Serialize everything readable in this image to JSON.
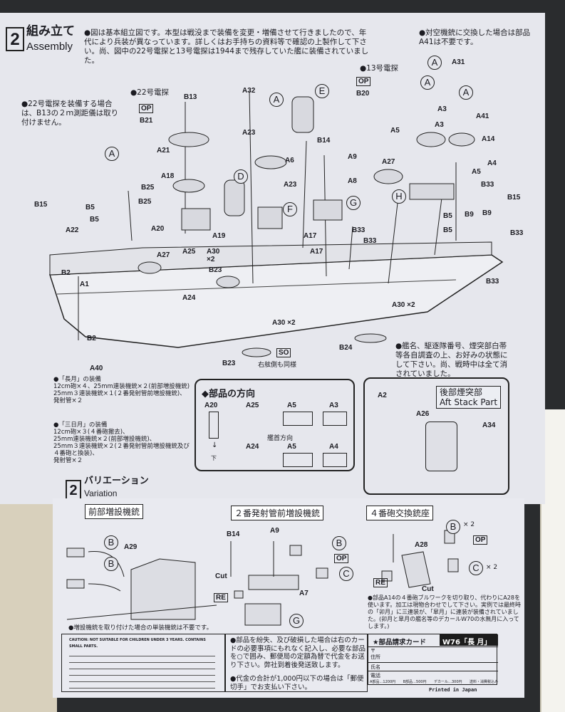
{
  "section": {
    "number": "2",
    "title_ja": "組み立て",
    "title_en": "Assembly"
  },
  "notes": {
    "main": "●図は基本組立図です。本型は戦没まで装備を変更・増備させて行きましたので、年代により兵装が異なっています。詳しくはお手持ちの資料等で確認の上製作して下さい。尚、図中の22号電探と13号電探は1944まで残存していた艦に装備されていました。",
    "aa": "●対空機銃に交換した場合は部品A41は不要です。",
    "radar22_head": "●22号電探",
    "radar22": "●22号電探を装備する場合は、B13の２ｍ測距儀は取り付けません。",
    "radar13_head": "●13号電探",
    "name": "●艦名、駆逐隊番号、煙突部白帯等各自調査の上、お好みの状態にして下さい。尚、戦時中は全て消されていました。",
    "starboard": "右舷側も同様",
    "nagatsuki": "●「長月」の装備\n12cm砲×４、25mm連装機銃×２(前部増設機銃)\n25mm３連装機銃×１(２番発射管前増設機銃)、\n発射管×２",
    "mikazuki": "●「三日月」の装備\n12cm砲×３(４番砲撤去)、\n25mm連装機銃×２(前部増設機銃)、\n25mm３連装機銃×２(２番発射管前増設機銃及び４番砲と換装)、\n発射管×２"
  },
  "diagram": {
    "labels": [
      "B13",
      "A32",
      "A21",
      "A23",
      "A6",
      "B14",
      "A9",
      "A8",
      "A18",
      "B25",
      "B25",
      "A23",
      "A27",
      "A20",
      "A19",
      "B15",
      "B5",
      "B5",
      "A22",
      "A27",
      "A25",
      "A30 ×2",
      "B23",
      "A17",
      "A17",
      "B33",
      "B33",
      "B33",
      "B33",
      "B33",
      "B15",
      "B5",
      "B9",
      "B9",
      "B5",
      "A5",
      "A3",
      "A14",
      "A4",
      "A5",
      "A41",
      "A31",
      "B20",
      "B21",
      "A1",
      "B2",
      "B2",
      "A24",
      "A30 ×2",
      "A30 ×2",
      "B23",
      "B24",
      "A40",
      "A3"
    ],
    "circles": [
      "A",
      "E",
      "D",
      "F",
      "G",
      "H",
      "A",
      "A",
      "A",
      "A"
    ],
    "op": "OP",
    "so": "SO"
  },
  "orientation": {
    "title": "◆部品の方向",
    "parts": [
      "A20",
      "A25",
      "A5",
      "A3",
      "A24",
      "A5",
      "A4"
    ],
    "bow": "艦首方向",
    "down": "下"
  },
  "aft_stack": {
    "ja": "後部煙突部",
    "en": "Aft Stack Part",
    "labels": [
      "A2",
      "A26",
      "A34"
    ]
  },
  "variation": {
    "number": "2",
    "title_ja": "バリエーション",
    "title_en": "Variation",
    "panels": [
      {
        "title": "前部増設機銃",
        "labels": [
          "A29"
        ],
        "circles": [
          "B",
          "B"
        ]
      },
      {
        "title": "２番発射管前増設機銃",
        "labels": [
          "B14",
          "A9",
          "A7",
          "Cut"
        ],
        "circles": [
          "B",
          "C",
          "G"
        ],
        "op": "OP",
        "re": "RE"
      },
      {
        "title": "４番砲交換銃座",
        "labels": [
          "A28",
          "Cut",
          "× 2",
          "× 2"
        ],
        "circles": [
          "B",
          "C"
        ],
        "op": "OP",
        "re": "RE"
      }
    ],
    "note_a14": "●部品A14の４番砲ブルワークを切り取り、代わりにA28を使います。加工は現物合わせでして下さい。実例では最終時の「卯月」に三連装が、「皐月」に連装が装備されていました。(卯月と皐月の艦名等のデカールW70の水無月に入ってします。)",
    "note_single": "●増設機銃を取り付けた場合の単装機銃は不要です。"
  },
  "footer": {
    "warning": "CAUTION: NOT SUITABLE FOR CHILDREN UNDER 3 YEARS. CONTAINS SMALL PARTS.",
    "lost_parts": "●部品を紛失、及び破損した場合は右のカードの必要事項にもれなく記入し、必要な部品を○で囲み、郵便局の定額為替で代金をお送り下さい。弊社到着後発送致します。",
    "stamps": "●代金の合計が1,000円以下の場合は「郵便切手」でお支払い下さい。",
    "card_title": "★部品請求カード",
    "card_kit": "W76「長 月」",
    "fields": [
      "〒",
      "住所",
      "氏名",
      "電話"
    ],
    "prices": [
      "A部品…1200円",
      "B部品…500円",
      "デカール…300円",
      "送料・消費税込み"
    ],
    "printed": "Printed in Japan"
  }
}
